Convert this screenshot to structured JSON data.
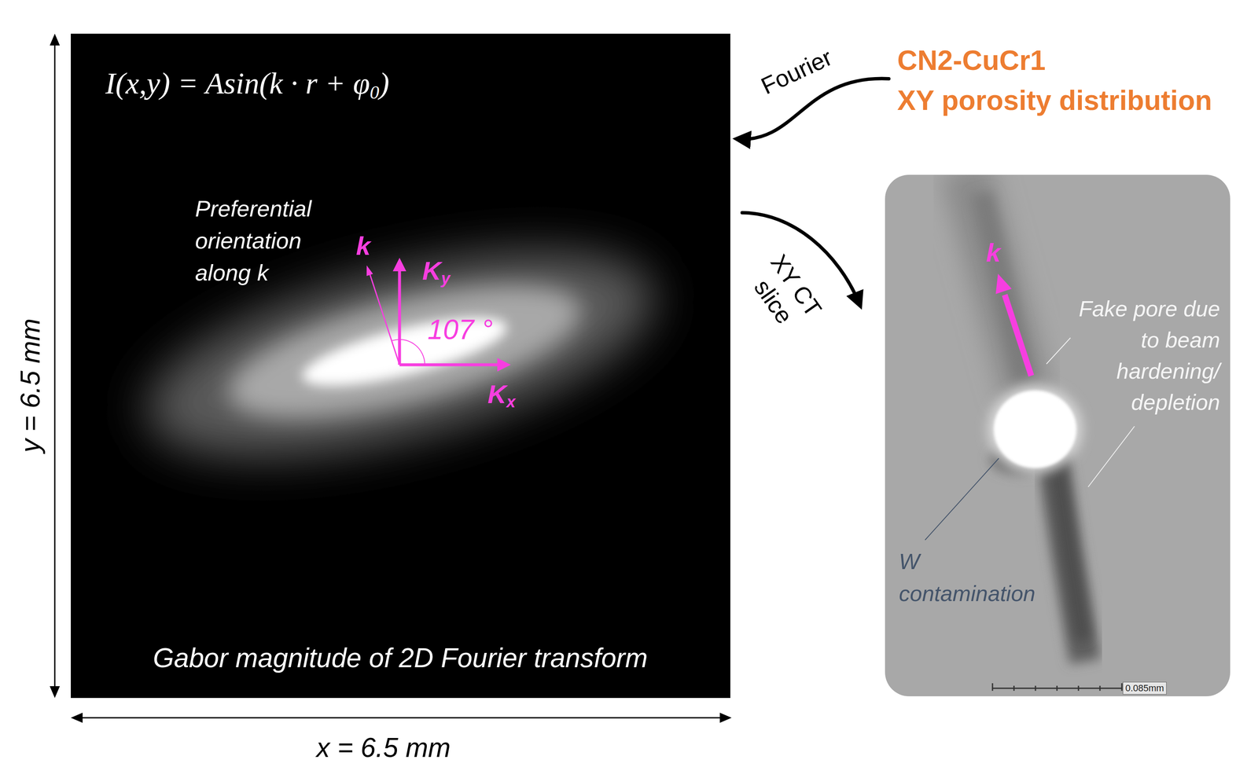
{
  "diagram": {
    "nodes": [
      {
        "text": [
          "I(x,y) = Asin(k · r + φ0)",
          "Preferential orientation along k",
          "Gabor magnitude of 2D Fourier transform"
        ]
      },
      {
        "text": [
          "CN2-CuCr1",
          "XY porosity distribution"
        ]
      },
      {
        "text": [
          "Fake pore due to beam hardening/ depletion",
          "W contamination"
        ]
      }
    ],
    "edges": [
      {
        "from": 1,
        "to": 0,
        "label": "Fourier",
        "arrow": "to"
      },
      {
        "from": 0,
        "to": 2,
        "label": "XY CT slice",
        "arrow": "to"
      }
    ],
    "labels": [
      "y = 6.5 mm",
      "x = 6.5 mm",
      "k",
      "Ky",
      "107 °",
      "Kx",
      "k",
      "0.085mm"
    ]
  }
}
